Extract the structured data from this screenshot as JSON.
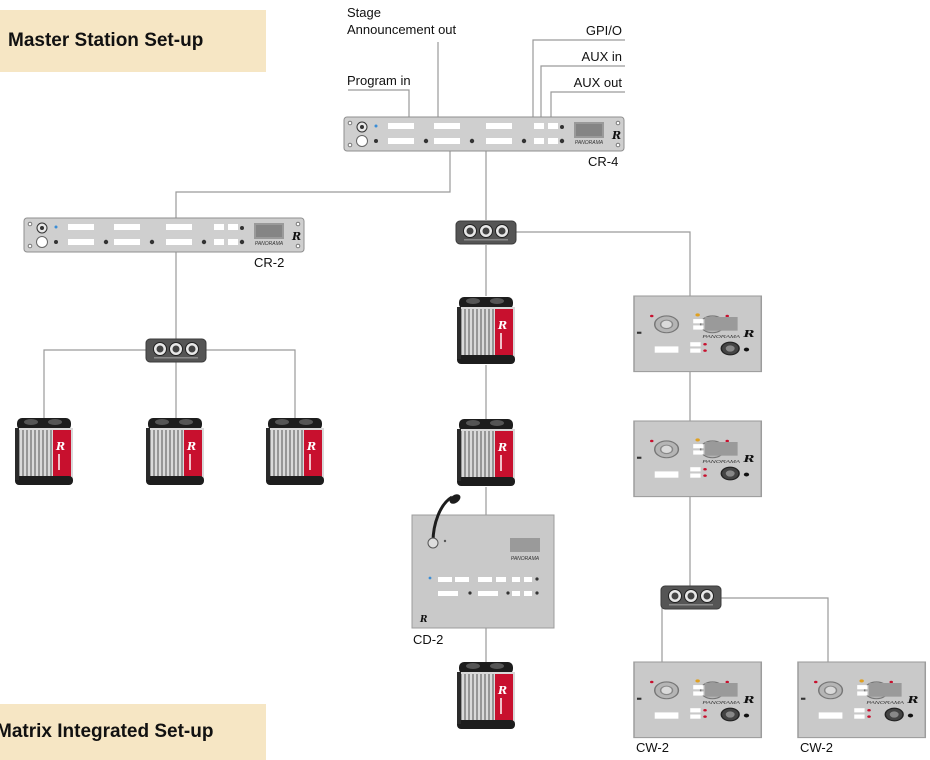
{
  "banners": {
    "master": "Master Station Set-up",
    "matrix": "Matrix Integrated Set-up"
  },
  "signals": {
    "stage": "Stage",
    "announcement_out": "Announcement out",
    "program_in": "Program in",
    "gpio": "GPI/O",
    "aux_in": "AUX in",
    "aux_out": "AUX out"
  },
  "devices": {
    "cr4": "CR-4",
    "cr2": "CR-2",
    "cd2": "CD-2",
    "cw2_a": "CW-2",
    "cw2_b": "CW-2",
    "brand": "PANORAMA",
    "logo": "R"
  },
  "colors": {
    "banner_bg": "#f6e6c4",
    "connection_line": "#9a9a9a",
    "panel_gray": "#c9c9c9",
    "beltpack_red": "#c8102e",
    "splitter_dark": "#555555"
  }
}
